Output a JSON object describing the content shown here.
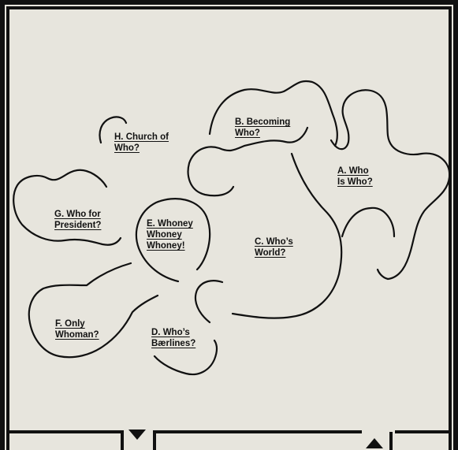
{
  "map": {
    "regions": [
      {
        "id": "a",
        "lines": [
          "A. Who",
          "Is Who?"
        ]
      },
      {
        "id": "b",
        "lines": [
          "B. Becoming",
          "Who?"
        ]
      },
      {
        "id": "c",
        "lines": [
          "C. Who’s",
          "World?"
        ]
      },
      {
        "id": "d",
        "lines": [
          "D. Who’s",
          "Bærlines?"
        ]
      },
      {
        "id": "e",
        "lines": [
          "E. Whoney",
          "Whoney",
          "Whoney!"
        ]
      },
      {
        "id": "f",
        "lines": [
          "F. Only",
          "Whoman?"
        ]
      },
      {
        "id": "g",
        "lines": [
          "G. Who for",
          "President?"
        ]
      },
      {
        "id": "h",
        "lines": [
          "H. Church of",
          "Who?"
        ]
      }
    ]
  },
  "nav": {
    "down_icon": "triangle-down-icon",
    "up_icon": "triangle-up-icon"
  },
  "colors": {
    "background": "#e7e5dd",
    "ink": "#111111"
  }
}
